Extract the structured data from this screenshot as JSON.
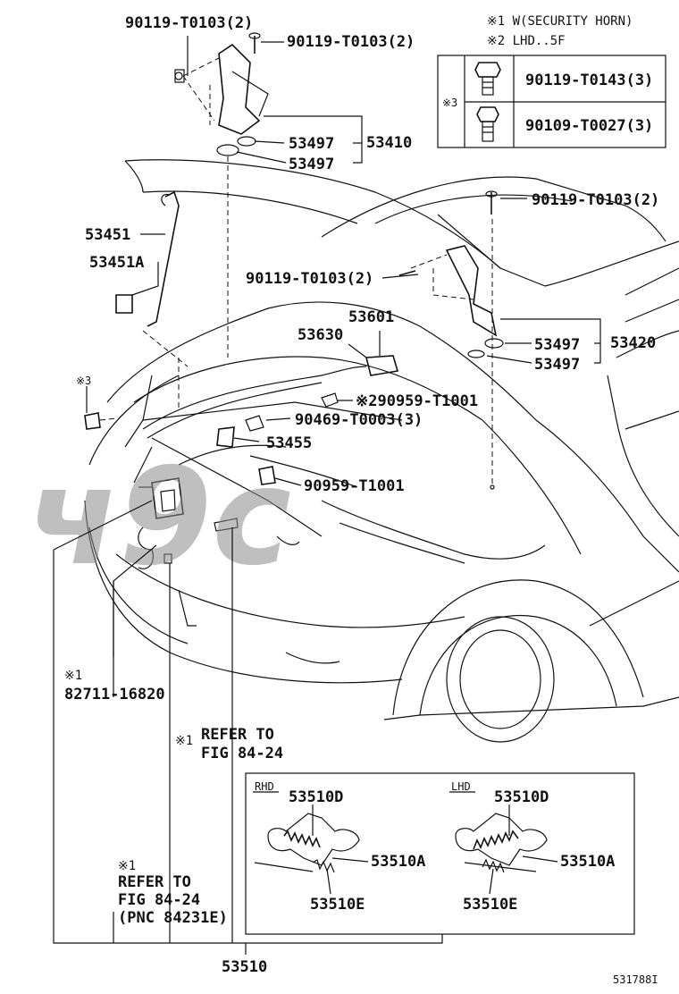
{
  "notes": {
    "n1": "※1 W(SECURITY HORN)",
    "n2": "※2 LHD..5F"
  },
  "bolt_table": {
    "mark": "※3",
    "rows": [
      {
        "part": "90119-T0143(3)"
      },
      {
        "part": "90109-T0027(3)"
      }
    ]
  },
  "labels": {
    "p_90119_a": "90119-T0103(2)",
    "p_90119_b": "90119-T0103(2)",
    "p_53497_a": "53497",
    "p_53497_b": "53497",
    "p_53410": "53410",
    "p_53451": "53451",
    "p_53451A": "53451A",
    "p_90119_c": "90119-T0103(2)",
    "p_90119_d": "90119-T0103(2)",
    "p_53497_c": "53497",
    "p_53497_d": "53497",
    "p_53420": "53420",
    "p_53601": "53601",
    "p_53630": "53630",
    "p_90959_a": "※290959-T1001",
    "p_90469": "90469-T0003(3)",
    "p_53455": "53455",
    "p_90959_b": "90959-T1001",
    "mark3": "※3",
    "n1_mark_a": "※1",
    "p_82711": "82711-16820",
    "n1_mark_b": "※1",
    "refer_a_1": "REFER TO",
    "refer_a_2": "FIG 84-24",
    "n1_mark_c": "※1",
    "refer_b_1": "REFER TO",
    "refer_b_2": "FIG 84-24",
    "refer_b_3": "(PNC 84231E)",
    "p_53510": "53510",
    "rhd": "RHD",
    "lhd": "LHD",
    "rhd_53510D": "53510D",
    "rhd_53510A": "53510A",
    "rhd_53510E": "53510E",
    "lhd_53510D": "53510D",
    "lhd_53510A": "53510A",
    "lhd_53510E": "53510E",
    "fig_id": "531788I"
  },
  "watermark": "ч9с"
}
